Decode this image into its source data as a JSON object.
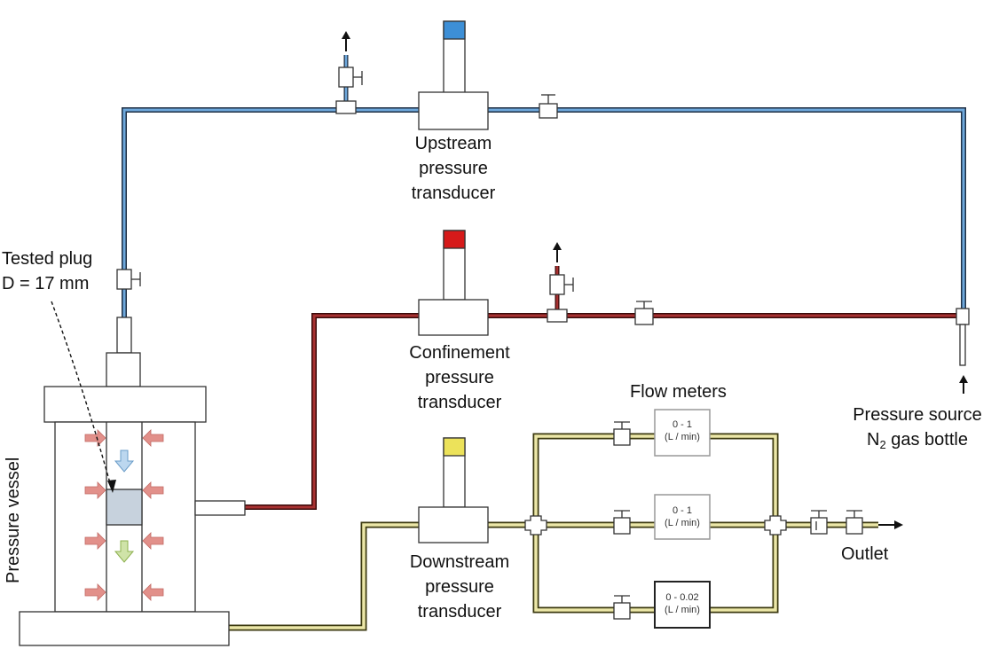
{
  "labels": {
    "upstream": [
      "Upstream",
      "pressure",
      "transducer"
    ],
    "confinement": [
      "Confinement",
      "pressure",
      "transducer"
    ],
    "downstream": [
      "Downstream",
      "pressure",
      "transducer"
    ],
    "tested_plug": [
      "Tested plug",
      "D = 17 mm"
    ],
    "pressure_vessel": "Pressure vessel",
    "pressure_source_line1": "Pressure source",
    "pressure_source_n": "N",
    "pressure_source_sub": "2",
    "pressure_source_rest": " gas bottle",
    "flow_meters": "Flow meters",
    "outlet": "Outlet"
  },
  "meters": [
    {
      "range": "0 - 1",
      "unit": "(L / min)"
    },
    {
      "range": "0 - 1",
      "unit": "(L / min)"
    },
    {
      "range": "0 - 0.02",
      "unit": "(L / min)"
    }
  ],
  "colors": {
    "upstream_line": "#2e6db4",
    "confinement_line": "#8b1c1c",
    "downstream_line": "#c8c24a",
    "upstream_cap": "#3d8fd6",
    "confinement_cap": "#d61a1a",
    "downstream_cap": "#ece25a",
    "plug": "#c7d2dd",
    "confinement_arrow": "#e2908a",
    "flow_arrow_down_top": "#9cc3e6",
    "flow_arrow_down_bottom": "#b8d88a"
  },
  "icons": {
    "vent_arrow": "up-arrow",
    "outlet_arrow": "right-arrow"
  }
}
